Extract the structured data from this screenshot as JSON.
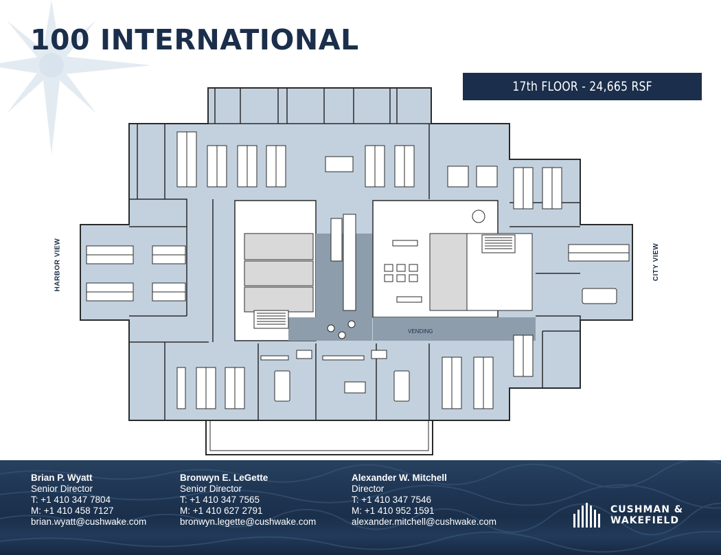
{
  "header": {
    "title": "100 INTERNATIONAL",
    "floor_badge": "17th FLOOR - 24,665 RSF"
  },
  "plan": {
    "left_label": "HARBOR VIEW",
    "right_label": "CITY VIEW",
    "vending_label": "VENDING"
  },
  "contacts": [
    {
      "name": "Brian P. Wyatt",
      "title": "Senior Director",
      "phone_t": "T: +1 410 347 7804",
      "phone_m": "M: +1 410 458 7127",
      "email": "brian.wyatt@cushwake.com"
    },
    {
      "name": "Bronwyn E. LeGette",
      "title": "Senior Director",
      "phone_t": "T: +1 410 347 7565",
      "phone_m": "M: +1 410 627 2791",
      "email": "bronwyn.legette@cushwake.com"
    },
    {
      "name": "Alexander W. Mitchell",
      "title": "Director",
      "phone_t": "T: +1 410 347 7546",
      "phone_m": "M: +1 410 952 1591",
      "email": "alexander.mitchell@cushwake.com"
    }
  ],
  "logo": {
    "line1": "CUSHMAN &",
    "line2": "WAKEFIELD"
  },
  "colors": {
    "navy": "#1b2e4b",
    "plan_fill": "#c3d1df",
    "core_fill": "#8e9dab",
    "wall": "#2a2a2a"
  },
  "icons": [
    "compass-rose-icon",
    "cushman-wakefield-logo-icon"
  ]
}
